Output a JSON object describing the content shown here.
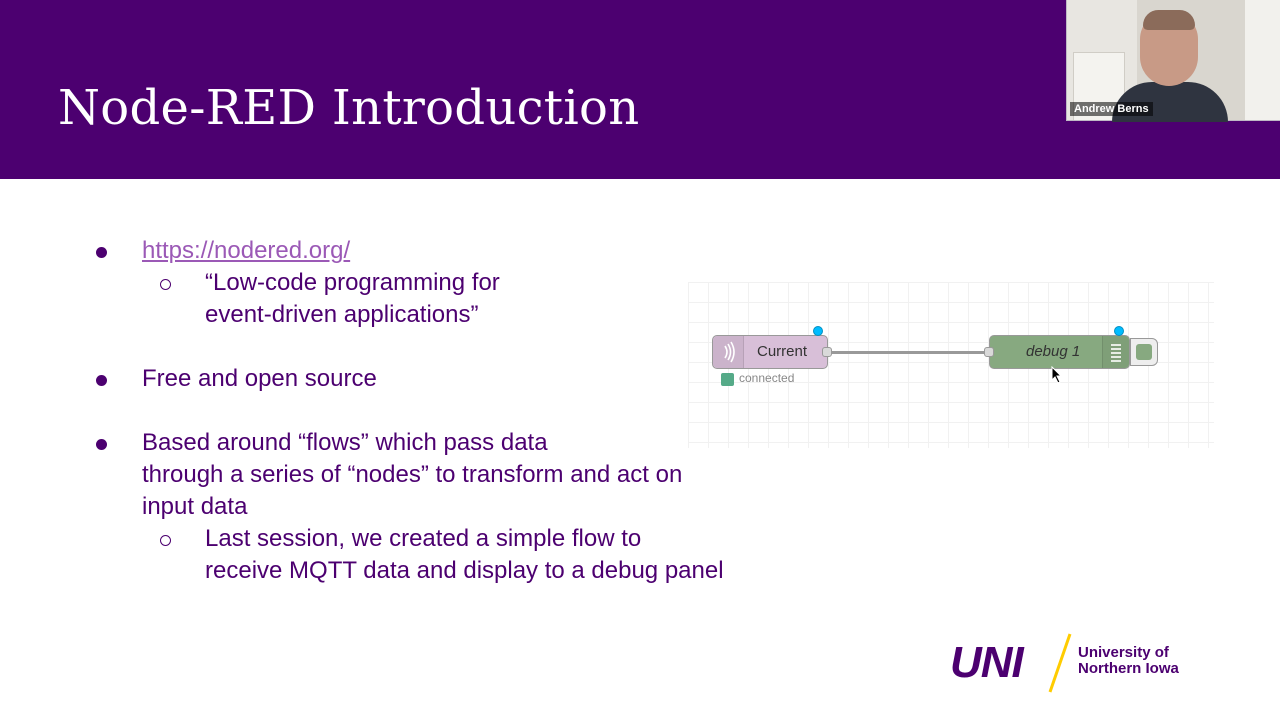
{
  "slide": {
    "title": "Node-RED Introduction",
    "bullets": [
      {
        "text": "https://nodered.org/",
        "is_link": true,
        "sub": [
          "“Low-code programming for",
          "event-driven applications”"
        ]
      },
      {
        "text": "Free and open source"
      },
      {
        "lines": [
          "Based around “flows” which pass data",
          "through a series of “nodes” to transform and act on",
          "input data"
        ],
        "sub": [
          "Last session, we created a simple flow to",
          "receive MQTT data and display to a debug panel"
        ]
      }
    ]
  },
  "flow": {
    "input_node_label": "Current",
    "input_status": "connected",
    "output_node_label": "debug 1"
  },
  "video": {
    "participant_name": "Andrew Berns"
  },
  "logo": {
    "mark": "UNI",
    "line1": "University of",
    "line2": "Northern Iowa"
  },
  "colors": {
    "brand_purple": "#4c0070",
    "link": "#9b59b6",
    "accent_gold": "#ffcc00"
  }
}
